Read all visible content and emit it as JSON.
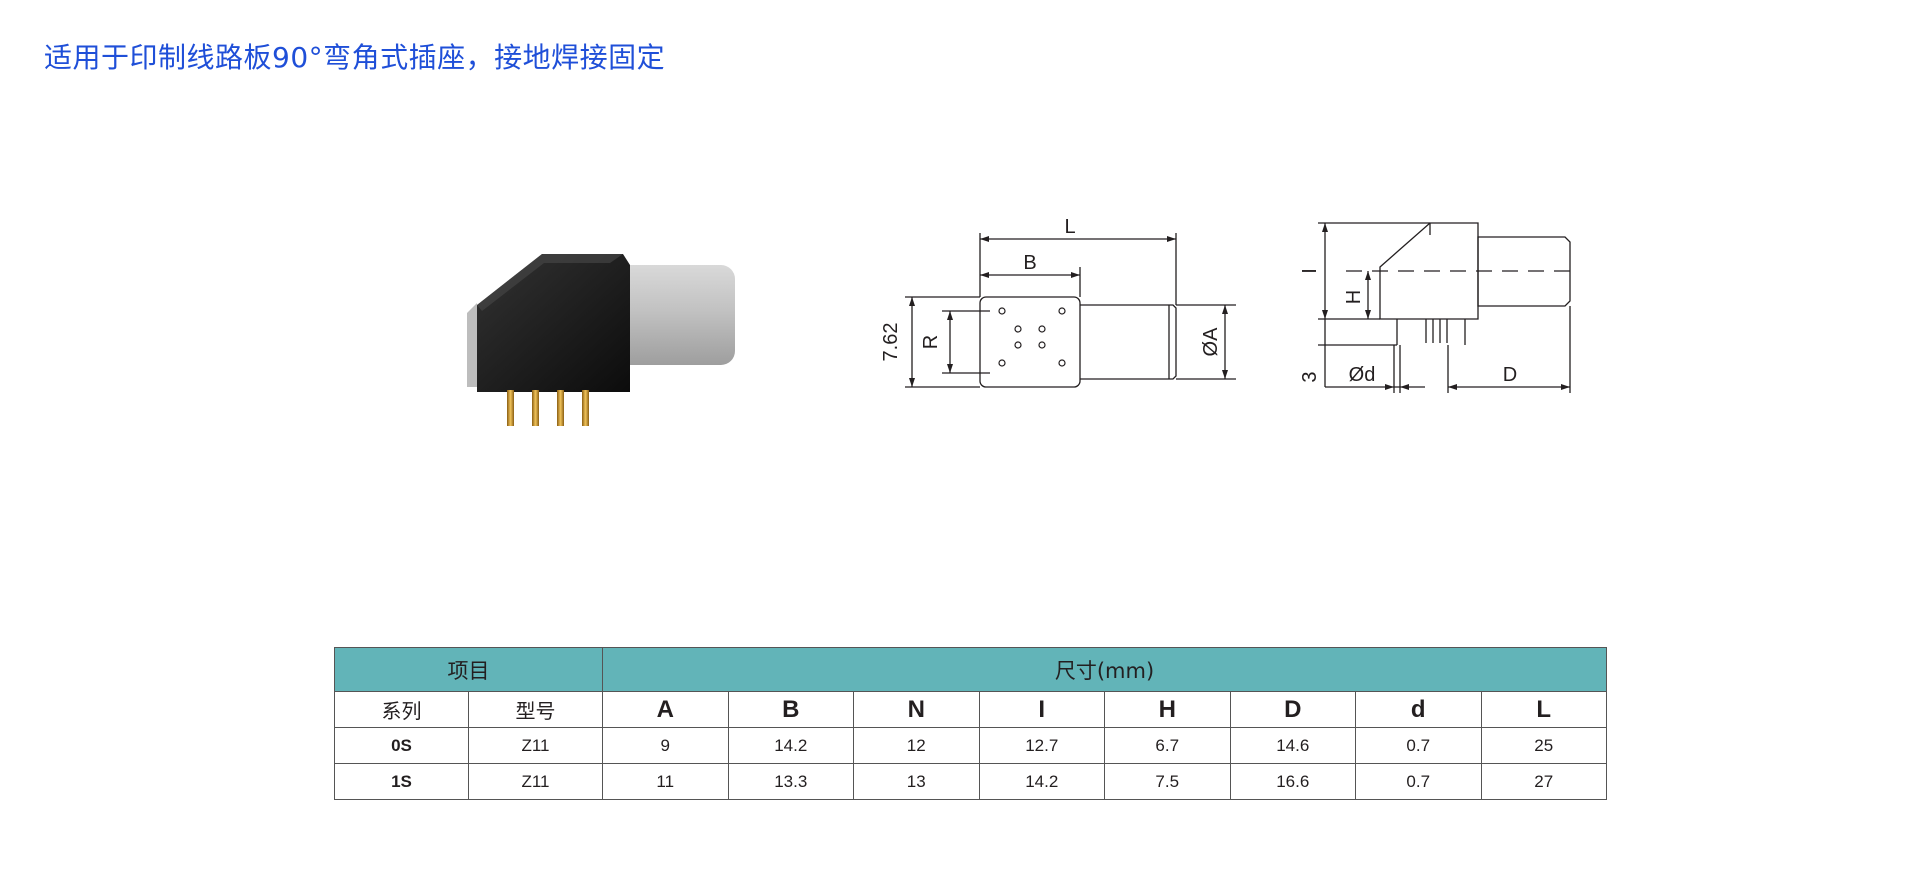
{
  "page": {
    "title": "适用于印制线路板90°弯角式插座，接地焊接固定"
  },
  "front_view": {
    "label_L": "L",
    "label_B": "B",
    "label_pitch": "7.62",
    "label_R": "R",
    "label_A": "ØA"
  },
  "side_view": {
    "label_I": "I",
    "label_H": "H",
    "label_3": "3",
    "label_d": "Ød",
    "label_D": "D"
  },
  "table": {
    "group_item": "项目",
    "group_size": "尺寸(mm)",
    "col_series": "系列",
    "col_model": "型号",
    "columns": [
      "A",
      "B",
      "N",
      "I",
      "H",
      "D",
      "d",
      "L"
    ],
    "rows": [
      {
        "series": "0S",
        "model": "Z11",
        "values": [
          "9",
          "14.2",
          "12",
          "12.7",
          "6.7",
          "14.6",
          "0.7",
          "25"
        ]
      },
      {
        "series": "1S",
        "model": "Z11",
        "values": [
          "11",
          "13.3",
          "13",
          "14.2",
          "7.5",
          "16.6",
          "0.7",
          "27"
        ]
      }
    ]
  },
  "colors": {
    "title": "#1f4fd8",
    "table_header": "#62b4b8",
    "connector_body": "#1b1b1b",
    "connector_sleeve": "#c4c4c4",
    "pins": "#c8962a"
  }
}
